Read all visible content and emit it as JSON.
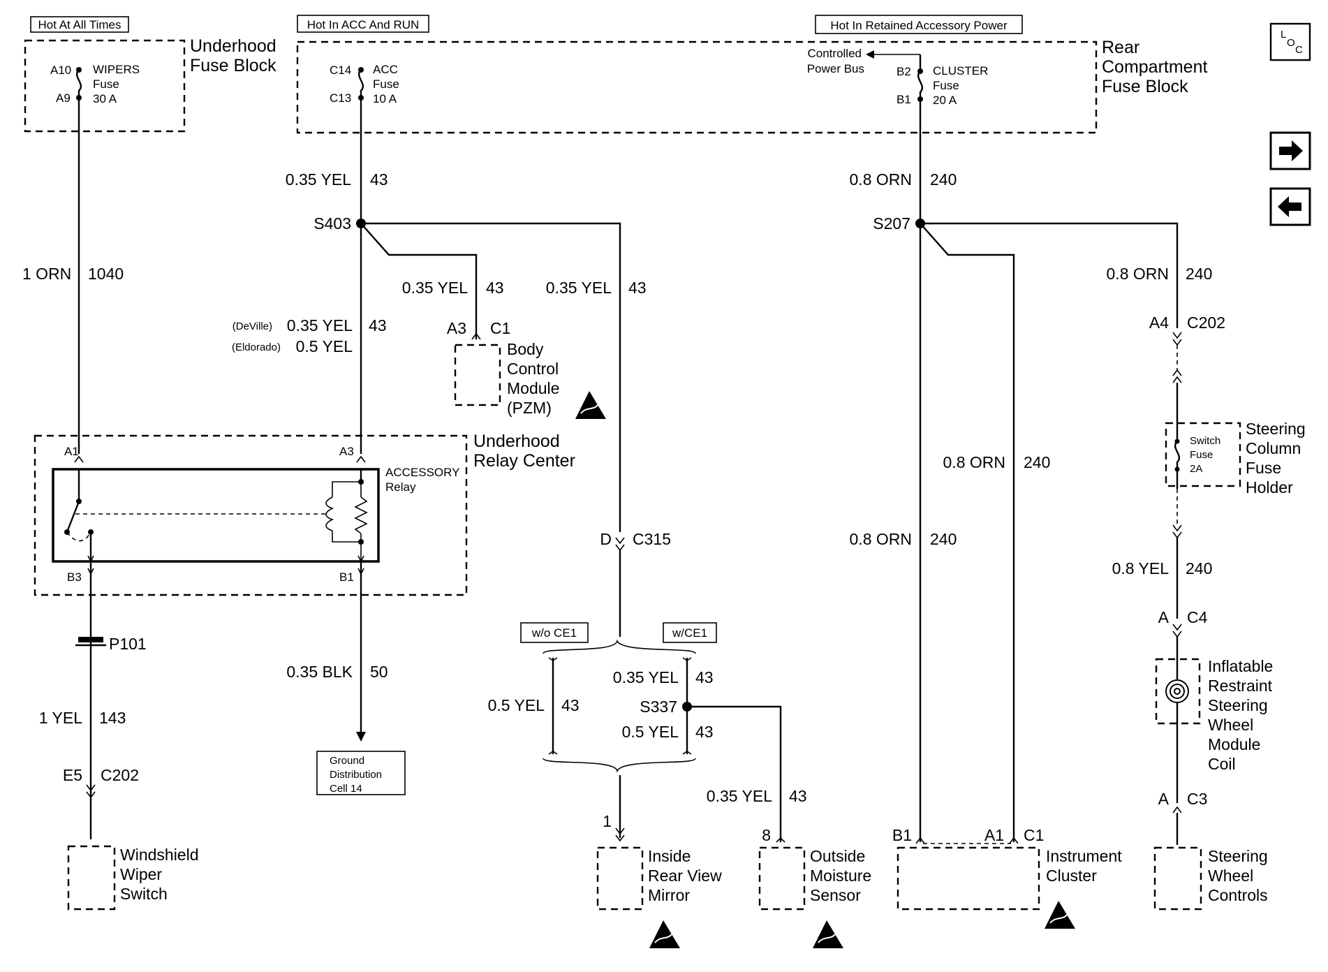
{
  "headers": {
    "hot_all_times": "Hot At All Times",
    "hot_acc_run": "Hot In ACC And RUN",
    "hot_retained": "Hot In Retained Accessory Power"
  },
  "blocks": {
    "underhood_fuse_block": [
      "Underhood",
      "Fuse Block"
    ],
    "rear_fuse_block": [
      "Rear",
      "Compartment",
      "Fuse Block"
    ],
    "underhood_relay_center": [
      "Underhood",
      "Relay Center"
    ],
    "steering_column_fuse_holder": [
      "Steering",
      "Column",
      "Fuse",
      "Holder"
    ]
  },
  "fuses": {
    "wipers": {
      "pin_top": "A10",
      "pin_bottom": "A9",
      "lines": [
        "WIPERS",
        "Fuse",
        "30 A"
      ]
    },
    "acc": {
      "pin_top": "C14",
      "pin_bottom": "C13",
      "lines": [
        "ACC",
        "Fuse",
        "10 A"
      ]
    },
    "cluster": {
      "pin_top": "B2",
      "pin_bottom": "B1",
      "lines": [
        "CLUSTER",
        "Fuse",
        "20 A"
      ]
    },
    "switch": {
      "lines": [
        "Switch",
        "Fuse",
        "2A"
      ]
    }
  },
  "controlled_power_bus": [
    "Controlled",
    "Power Bus"
  ],
  "relay": {
    "lines": [
      "ACCESSORY",
      "Relay"
    ],
    "pins": {
      "a1": "A1",
      "a3": "A3",
      "b3": "B3",
      "b1": "B1"
    }
  },
  "wires": {
    "w1_color": "1 ORN",
    "w1_circuit": "1040",
    "w2_color": "0.35 YEL",
    "w2_circuit": "43",
    "w3_color": "0.35 YEL",
    "w3_circuit": "43",
    "w4_color": "0.35 YEL",
    "w4_circuit": "43",
    "w5_variant1": "(DeVille)",
    "w5_color1": "0.35 YEL",
    "w5_circuit": "43",
    "w5_variant2": "(Eldorado)",
    "w5_color2": "0.5 YEL",
    "w6_color": "0.35 BLK",
    "w6_circuit": "50",
    "w7_color": "1 YEL",
    "w7_circuit": "143",
    "w8_color": "0.5 YEL",
    "w8_circuit": "43",
    "w9_color": "0.35 YEL",
    "w9_circuit": "43",
    "w10_color": "0.5 YEL",
    "w10_circuit": "43",
    "w11_color": "0.35 YEL",
    "w11_circuit": "43",
    "w12_color": "0.8 ORN",
    "w12_circuit": "240",
    "w13_color": "0.8 ORN",
    "w13_circuit": "240",
    "w14_color": "0.8 ORN",
    "w14_circuit": "240",
    "w15_color": "0.8 ORN",
    "w15_circuit": "240",
    "w16_color": "0.8 YEL",
    "w16_circuit": "240"
  },
  "splices": {
    "s403": "S403",
    "s207": "S207",
    "s337": "S337"
  },
  "connectors": {
    "bcm_pin": "A3",
    "bcm_conn": "C1",
    "c315_pin": "D",
    "c315_conn": "C315",
    "p101": "P101",
    "wiper_pin": "E5",
    "wiper_conn": "C202",
    "sc_pin": "A4",
    "sc_conn": "C202",
    "c4_pin": "A",
    "c4_conn": "C4",
    "c3_pin": "A",
    "c3_conn": "C3",
    "mirror_pin": "1",
    "sensor_pin": "8",
    "cluster_pin1": "B1",
    "cluster_pin2": "A1",
    "cluster_conn": "C1"
  },
  "options": {
    "without": "w/o CE1",
    "with": "w/CE1"
  },
  "components": {
    "bcm": [
      "Body",
      "Control",
      "Module",
      "(PZM)"
    ],
    "ground_dist": [
      "Ground",
      "Distribution",
      "Cell 14"
    ],
    "wiper_switch": [
      "Windshield",
      "Wiper",
      "Switch"
    ],
    "mirror": [
      "Inside",
      "Rear View",
      "Mirror"
    ],
    "sensor": [
      "Outside",
      "Moisture",
      "Sensor"
    ],
    "cluster": [
      "Instrument",
      "Cluster"
    ],
    "irc": [
      "Inflatable",
      "Restraint",
      "Steering",
      "Wheel",
      "Module",
      "Coil"
    ],
    "swc": [
      "Steering",
      "Wheel",
      "Controls"
    ]
  },
  "nav": {
    "loc_l": "L",
    "loc_o": "O",
    "loc_c": "C",
    "next_icon": "arrow-right-icon",
    "prev_icon": "arrow-left-icon"
  }
}
